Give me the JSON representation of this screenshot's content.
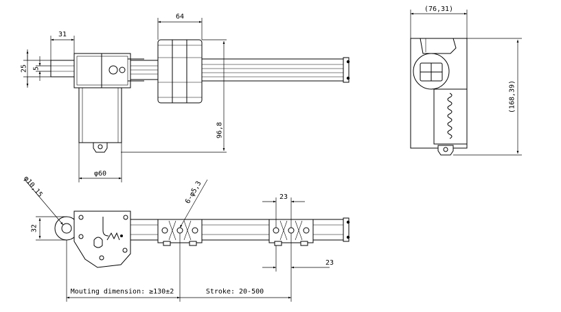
{
  "dimensions": {
    "width_64": "64",
    "width_31": "31",
    "height_25": "25",
    "height_5": "5",
    "height_96_8": "96,8",
    "diameter_60": "φ60",
    "width_76_31": "(76,31)",
    "height_168_39": "(168,39)",
    "diameter_10_15": "φ10,15",
    "holes_6_d5_3": "6-φ5,3",
    "height_32": "32",
    "gap_23_top": "23",
    "gap_23_bottom": "23",
    "mounting_dimension": "Mouting dimension: ≥130±2",
    "stroke": "Stroke: 20-500"
  }
}
